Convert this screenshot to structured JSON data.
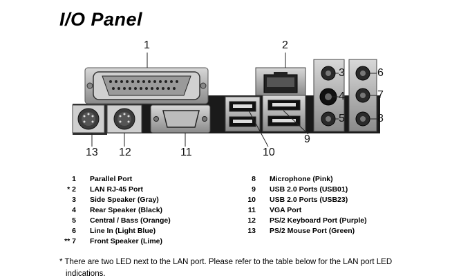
{
  "title": "I/O Panel",
  "callouts": [
    {
      "num": "1"
    },
    {
      "num": "2"
    },
    {
      "num": "3"
    },
    {
      "num": "4"
    },
    {
      "num": "5"
    },
    {
      "num": "6"
    },
    {
      "num": "7"
    },
    {
      "num": "8"
    },
    {
      "num": "9"
    },
    {
      "num": "10"
    },
    {
      "num": "11"
    },
    {
      "num": "12"
    },
    {
      "num": "13"
    }
  ],
  "legend_left": [
    {
      "mark": "1",
      "label": "Parallel Port"
    },
    {
      "mark": "* 2",
      "label": "LAN  RJ-45  Port"
    },
    {
      "mark": "3",
      "label": "Side  Speaker  (Gray)"
    },
    {
      "mark": "4",
      "label": "Rear  Speaker  (Black)"
    },
    {
      "mark": "5",
      "label": "Central / Bass  (Orange)"
    },
    {
      "mark": "6",
      "label": "Line  In  (Light Blue)"
    },
    {
      "mark": "** 7",
      "label": "Front  Speaker  (Lime)"
    }
  ],
  "legend_right": [
    {
      "mark": "8",
      "label": "Microphone  (Pink)"
    },
    {
      "mark": "9",
      "label": "USB 2.0  Ports  (USB01)"
    },
    {
      "mark": "10",
      "label": "USB 2.0  Ports  (USB23)"
    },
    {
      "mark": "11",
      "label": "VGA Port"
    },
    {
      "mark": "12",
      "label": "PS/2  Keyboard  Port  (Purple)"
    },
    {
      "mark": "13",
      "label": "PS/2  Mouse  Port  (Green)"
    }
  ],
  "footnote": {
    "line1": "* There are two LED next to the LAN port. Please refer to the table below for the LAN port LED",
    "line2": "indications."
  }
}
